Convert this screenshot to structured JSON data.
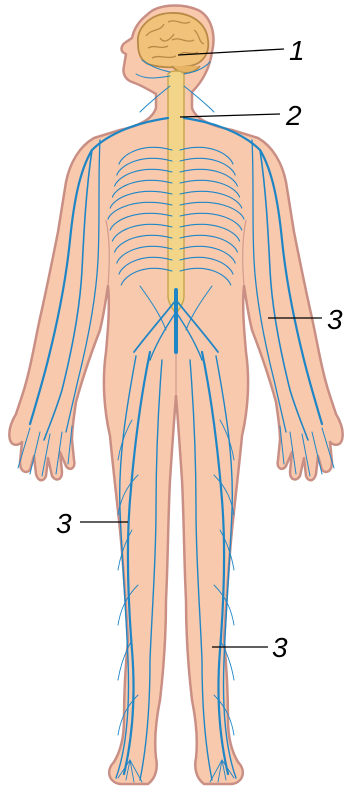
{
  "labels": {
    "brain": "1",
    "spinal_cord": "2",
    "nerves_arm": "3",
    "nerves_thigh": "3",
    "nerves_leg": "3"
  },
  "colors": {
    "skin_fill": "#f9c9ad",
    "skin_outline": "#c98f84",
    "nerve": "#1f86c6",
    "cord": "#f3d58a",
    "cord_outline": "#c9a752",
    "brain": "#f0c27a",
    "label_text": "#000000"
  }
}
